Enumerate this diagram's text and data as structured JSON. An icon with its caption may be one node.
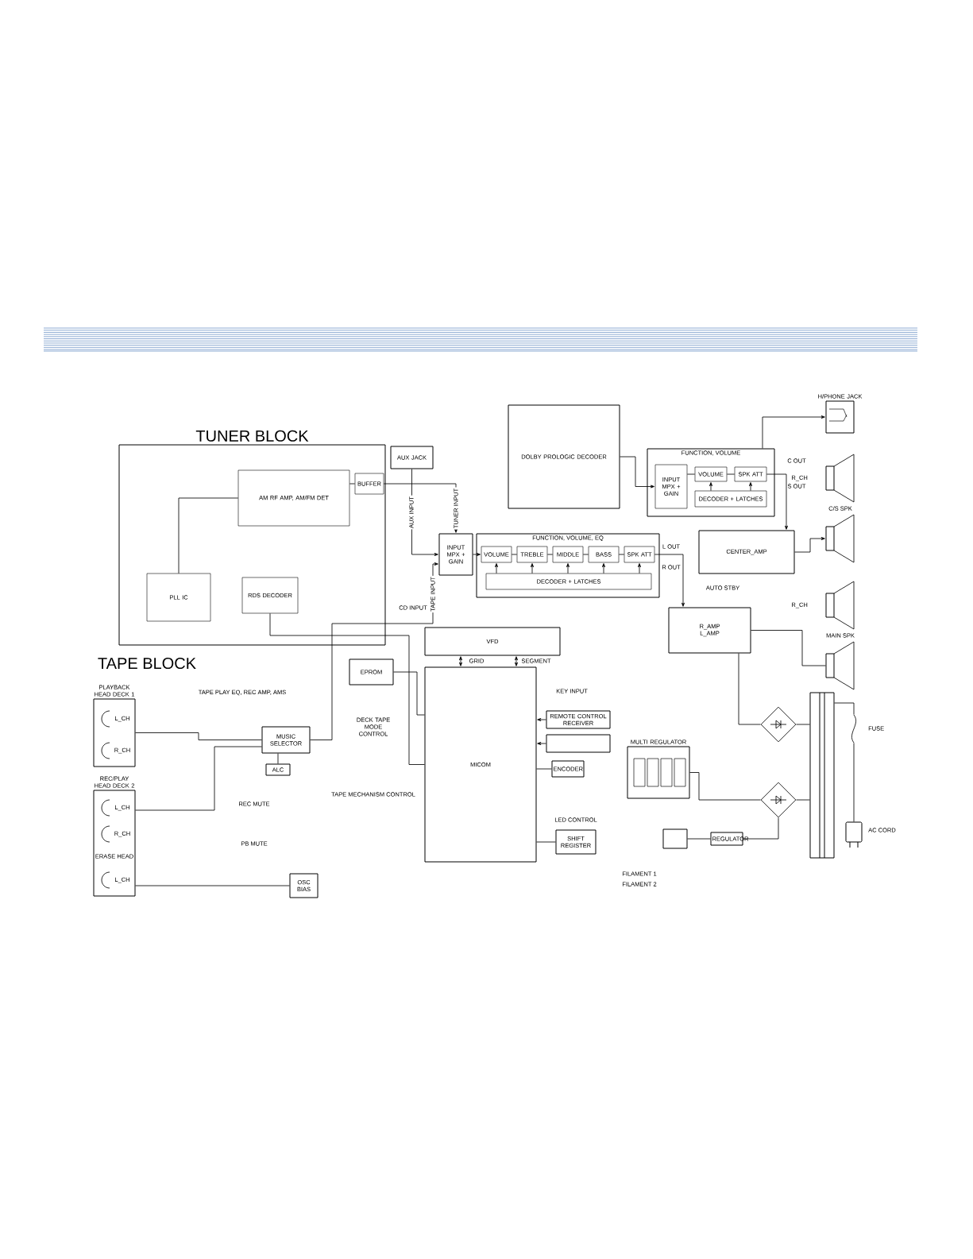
{
  "diagram": {
    "nodes": [
      {
        "text": [
          "TUNER BLOCK"
        ]
      },
      {
        "text": [
          "AM RF AMP, AM/FM DET"
        ],
        "in": 0
      },
      {
        "text": [
          "BUFFER"
        ],
        "in": 0
      },
      {
        "text": [
          "PLL IC"
        ],
        "in": 0
      },
      {
        "text": [
          "RDS DECODER"
        ],
        "in": 0
      },
      {
        "text": [
          "AUX JACK"
        ]
      },
      {
        "text": [
          "DOLBY PROLOGIC DECODER"
        ]
      },
      {
        "text": [
          "FUNCTION, VOLUME, EQ"
        ]
      },
      {
        "text": [
          "VOLUME"
        ],
        "in": 7
      },
      {
        "text": [
          "TREBLE"
        ],
        "in": 7
      },
      {
        "text": [
          "MIDDLE"
        ],
        "in": 7
      },
      {
        "text": [
          "BASS"
        ],
        "in": 7
      },
      {
        "text": [
          "SPK ATT"
        ],
        "in": 7
      },
      {
        "text": [
          "DECODER + LATCHES"
        ],
        "in": 7
      },
      {
        "text": [
          "INPUT MPX + GAIN"
        ]
      },
      {
        "text": [
          "FUNCTION, VOLUME"
        ]
      },
      {
        "text": [
          "INPUT MPX + GAIN"
        ],
        "in": 15
      },
      {
        "text": [
          "VOLUME"
        ],
        "in": 15
      },
      {
        "text": [
          "SPK ATT"
        ],
        "in": 15
      },
      {
        "text": [
          "DECODER + LATCHES"
        ],
        "in": 15
      },
      {
        "text": [
          "CENTER_AMP"
        ]
      },
      {
        "text": [
          "R_AMP",
          "L_AMP"
        ]
      },
      {
        "text": [
          "H/PHONE JACK"
        ]
      },
      {
        "text": [],
        "shape": "speaker",
        "beside": [
          "R_CH"
        ]
      },
      {
        "text": [],
        "shape": "speaker"
      },
      {
        "text": [],
        "shape": "speaker",
        "beside": [
          "R_CH"
        ]
      },
      {
        "text": [],
        "shape": "speaker"
      },
      {
        "text": [
          "MUSIC SELECTOR"
        ]
      },
      {
        "text": [
          "ALC"
        ]
      },
      {
        "text": [
          "PLAYBACK HEAD DECK 1"
        ]
      },
      {
        "text": [
          "REC/PLAY HEAD DECK 2"
        ]
      },
      {
        "text": [
          "OSC BIAS"
        ]
      },
      {
        "text": [
          "EPROM"
        ]
      },
      {
        "text": [
          "VFD"
        ]
      },
      {
        "text": [
          "MICOM"
        ]
      },
      {
        "text": [
          "REMOTE CONTROL RECEIVER"
        ]
      },
      {
        "text": [],
        "shape": "box"
      },
      {
        "text": [
          "ENCODER"
        ]
      },
      {
        "text": [
          "SHIFT REGISTER"
        ]
      },
      {
        "text": [
          "MULTI REGULATOR"
        ]
      },
      {
        "text": [],
        "shape": "diamond"
      },
      {
        "text": [],
        "shape": "diamond"
      },
      {
        "text": [],
        "shape": "box"
      },
      {
        "text": [],
        "shape": "plug",
        "beside": [
          "AC CORD"
        ]
      },
      {
        "text": [],
        "shape": "fuse",
        "beside": [
          "FUSE"
        ]
      },
      {
        "text": [
          "REGULATOR"
        ]
      },
      {
        "text": [],
        "shape": "box"
      }
    ],
    "edges": [
      {
        "from": 1,
        "to": 2,
        "arrow": "none"
      },
      {
        "from": 2,
        "to": 14,
        "arrow": "to",
        "label": "TUNER INPUT"
      },
      {
        "from": 5,
        "to": 14,
        "arrow": "to",
        "label": "AUX INPUT"
      },
      {
        "from": 3,
        "to": 1,
        "arrow": "none"
      },
      {
        "from": 4,
        "to": 34,
        "arrow": "none"
      },
      {
        "from": 14,
        "to": 8,
        "arrow": "to"
      },
      {
        "from": 8,
        "to": 9,
        "arrow": "none"
      },
      {
        "from": 9,
        "to": 10,
        "arrow": "none"
      },
      {
        "from": 10,
        "to": 11,
        "arrow": "none"
      },
      {
        "from": 11,
        "to": 12,
        "arrow": "none"
      },
      {
        "from": 13,
        "to": 8,
        "arrow": "to"
      },
      {
        "from": 13,
        "to": 9,
        "arrow": "to"
      },
      {
        "from": 13,
        "to": 10,
        "arrow": "to"
      },
      {
        "from": 13,
        "to": 11,
        "arrow": "to"
      },
      {
        "from": 13,
        "to": 12,
        "arrow": "to"
      },
      {
        "from": 12,
        "to": 21,
        "arrow": "to"
      },
      {
        "from": 6,
        "to": 16,
        "arrow": "to"
      },
      {
        "from": 16,
        "to": 17,
        "arrow": "none"
      },
      {
        "from": 17,
        "to": 18,
        "arrow": "none"
      },
      {
        "from": 19,
        "to": 17,
        "arrow": "to"
      },
      {
        "from": 19,
        "to": 18,
        "arrow": "to"
      },
      {
        "from": 18,
        "to": 20,
        "arrow": "to"
      },
      {
        "from": 20,
        "to": 24,
        "arrow": "to"
      },
      {
        "from": 21,
        "to": 26,
        "arrow": "none"
      },
      {
        "from": 15,
        "to": 22,
        "arrow": "to"
      },
      {
        "from": 32,
        "to": 34,
        "arrow": "none"
      },
      {
        "from": 34,
        "to": 33,
        "arrow": "both"
      },
      {
        "from": 34,
        "to": 33,
        "arrow": "both"
      },
      {
        "from": 35,
        "to": 34,
        "arrow": "to"
      },
      {
        "from": 36,
        "to": 34,
        "arrow": "to"
      },
      {
        "from": 37,
        "to": 34,
        "arrow": "none"
      },
      {
        "from": 34,
        "to": 38,
        "arrow": "none"
      },
      {
        "from": 27,
        "to": 14,
        "arrow": "to",
        "label": "TAPE INPUT"
      },
      {
        "from": 29,
        "to": 27,
        "arrow": "none"
      },
      {
        "from": 30,
        "to": 27,
        "arrow": "none"
      },
      {
        "from": 28,
        "to": 27,
        "arrow": "none"
      },
      {
        "from": 31,
        "to": 30,
        "arrow": "none"
      },
      {
        "from": 42,
        "to": 40,
        "arrow": "none"
      },
      {
        "from": 42,
        "to": 41,
        "arrow": "none"
      },
      {
        "from": 40,
        "to": 21,
        "arrow": "none"
      },
      {
        "from": 41,
        "to": 39,
        "arrow": "none"
      },
      {
        "from": 43,
        "to": 44,
        "arrow": "none"
      },
      {
        "from": 44,
        "to": 42,
        "arrow": "none"
      },
      {
        "from": 45,
        "to": 41,
        "arrow": "none"
      },
      {
        "from": 46,
        "to": 45,
        "arrow": "none"
      }
    ],
    "labels": [
      "TAPE BLOCK",
      "TAPE PLAY EQ, REC AMP, AMS",
      "L_CH",
      "R_CH",
      "L_CH",
      "R_CH",
      "ERASE HEAD",
      "L_CH",
      "REC MUTE",
      "PB MUTE",
      "CD INPUT",
      "L OUT",
      "R OUT",
      "C OUT",
      "S OUT",
      "GRID",
      "SEGMENT",
      "KEY INPUT",
      "TAPE MECHANISM CONTROL",
      "LED CONTROL",
      "FILAMENT 1",
      "FILAMENT 2",
      "AUTO STBY",
      "C/S SPK",
      "MAIN SPK",
      "DECK TAPE MODE CONTROL"
    ]
  }
}
